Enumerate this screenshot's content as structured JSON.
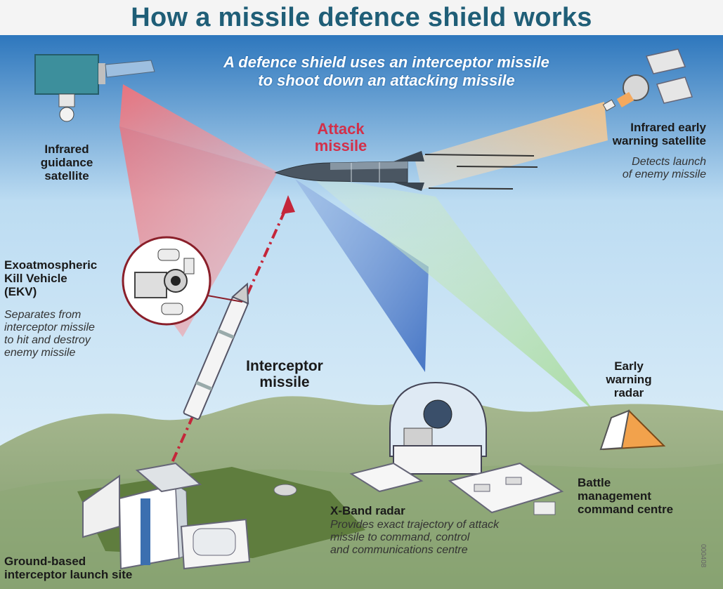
{
  "title": "How a missile defence shield works",
  "subtitle_line1": "A defence shield uses an interceptor missile",
  "subtitle_line2": "to shoot down an attacking missile",
  "labels": {
    "guidance_sat": [
      "Infrared",
      "guidance",
      "satellite"
    ],
    "attack_missile": [
      "Attack",
      "missile"
    ],
    "early_sat": [
      "Infrared early",
      "warning satellite"
    ],
    "early_sat_desc": [
      "Detects launch",
      "of enemy missile"
    ],
    "ekv": [
      "Exoatmospheric",
      "Kill Vehicle",
      "(EKV)"
    ],
    "ekv_desc": [
      "Separates from",
      "interceptor missile",
      "to hit and destroy",
      "enemy missile"
    ],
    "interceptor": [
      "Interceptor",
      "missile"
    ],
    "early_radar": [
      "Early",
      "warning",
      "radar"
    ],
    "battle": [
      "Battle",
      "management",
      "command centre"
    ],
    "xband": "X-Band radar",
    "xband_desc": [
      "Provides exact trajectory of attack",
      "missile to command, control",
      "and communications centre"
    ],
    "ground": [
      "Ground-based",
      "interceptor launch site"
    ]
  },
  "code": "000408",
  "colors": {
    "title": "#1f5e77",
    "sky_top": "#2e77bd",
    "attack_label": "#d2304a",
    "red_beam": "#f0727a",
    "orange_beam": "#f6c58a",
    "blue_beam": "#3e6fc2",
    "green_beam": "#a8dba0",
    "terrain": "#7f9a6a"
  }
}
